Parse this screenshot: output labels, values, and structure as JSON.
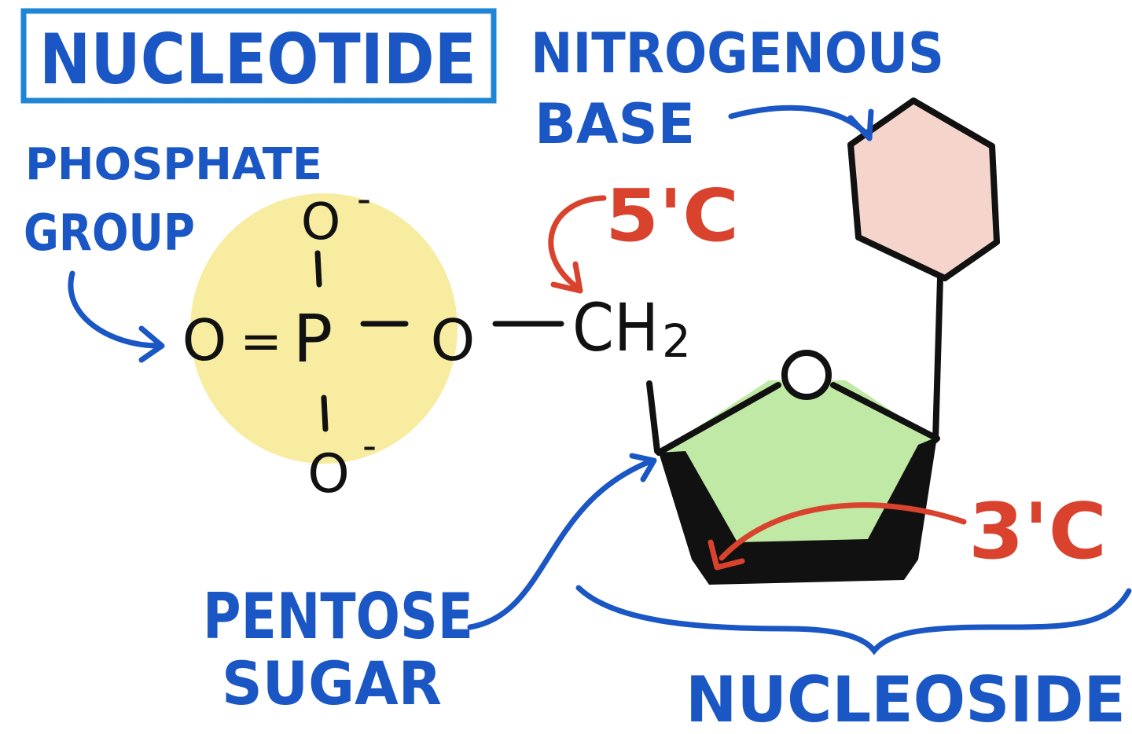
{
  "title": "NUCLEOTIDE",
  "labels": {
    "phosphate_line1": "PHOSPHATE",
    "phosphate_line2": "GROUP",
    "base_line1": "NITROGENOUS",
    "base_line2": "BASE",
    "sugar_line1": "PENTOSE",
    "sugar_line2": "SUGAR",
    "nucleoside": "NUCLEOSIDE",
    "carbon5": "5'C",
    "carbon3": "3'C"
  },
  "molecule": {
    "phosphorus": "P",
    "oxygen": "O",
    "minus": "-",
    "double_bond": "=",
    "ch2_main": "CH",
    "ch2_sub": "2",
    "ring_oxygen": "O"
  },
  "colors": {
    "label_blue": "#1a57c4",
    "title_box": "#1f86d6",
    "annotation_red": "#d9422c",
    "ink": "#111111",
    "phosphate_highlight": "#f7eca0",
    "sugar_fill": "#bfe9a4",
    "base_fill": "#f4d4cb"
  }
}
